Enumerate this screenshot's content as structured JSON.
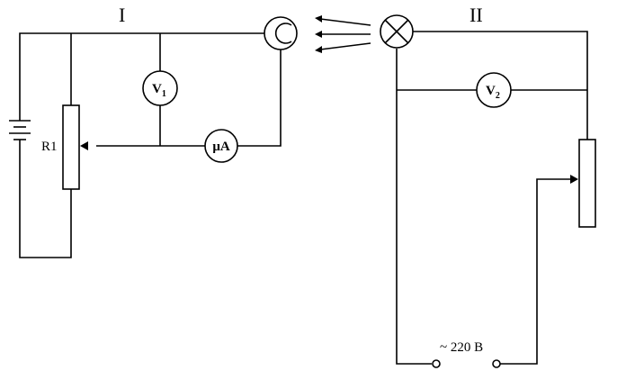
{
  "circuits": {
    "left_title": "I",
    "right_title": "II"
  },
  "components": {
    "rheostat_left_label": "R1",
    "voltmeter_1": {
      "main": "V",
      "sub": "1"
    },
    "voltmeter_2": {
      "main": "V",
      "sub": "2"
    },
    "microammeter": "μA",
    "source_label": "~ 220 В"
  }
}
